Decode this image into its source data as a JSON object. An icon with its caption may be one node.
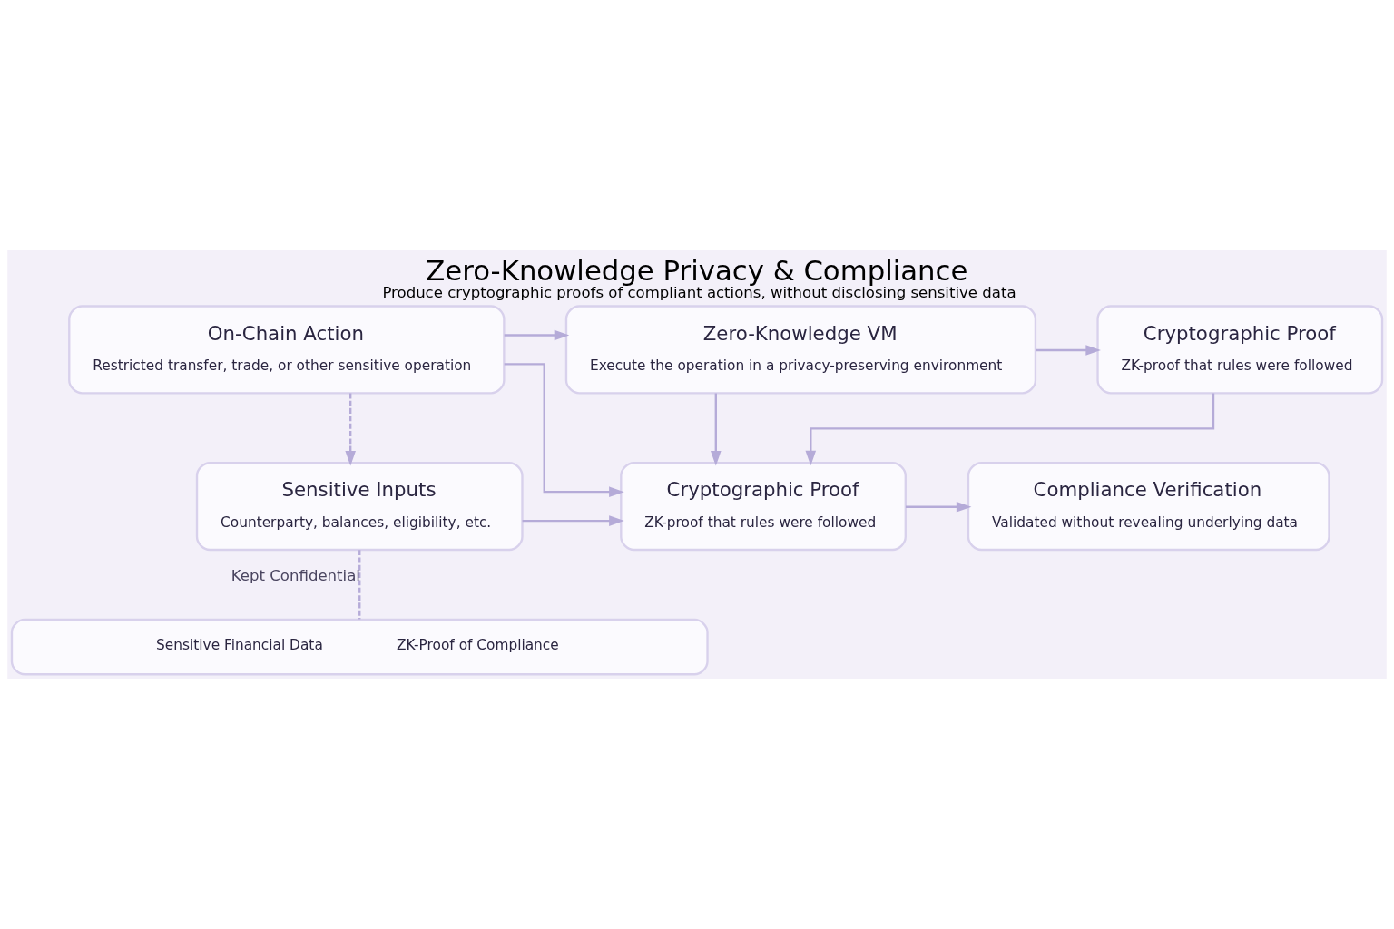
{
  "diagram": {
    "title": "Zero-Knowledge Privacy & Compliance",
    "caption": "Produce cryptographic proofs of compliant actions, without disclosing sensitive data",
    "nodes": [
      {
        "text": [
          "On-Chain Action",
          "Restricted transfer, trade, or other sensitive operation"
        ]
      },
      {
        "text": [
          "Zero-Knowledge VM",
          "Execute the operation in a privacy-preserving environment"
        ]
      },
      {
        "text": [
          "Cryptographic Proof",
          "ZK-proof that rules were followed"
        ]
      },
      {
        "text": [
          "Sensitive Inputs",
          "Counterparty, balances, eligibility, etc."
        ]
      },
      {
        "text": [
          "Cryptographic Proof",
          "ZK-proof that rules were followed"
        ]
      },
      {
        "text": [
          "Compliance Verification",
          "Validated without revealing underlying data"
        ]
      },
      {
        "text": [
          "Sensitive Financial Data",
          "ZK-Proof of Compliance"
        ]
      }
    ],
    "edges": [
      {
        "from": 0,
        "to": 1,
        "arrow": "to"
      },
      {
        "from": 1,
        "to": 2,
        "arrow": "to"
      },
      {
        "from": 0,
        "to": 3,
        "arrow": "to",
        "style": "dashed"
      },
      {
        "from": 0,
        "to": 4,
        "arrow": "to"
      },
      {
        "from": 1,
        "to": 4,
        "arrow": "to"
      },
      {
        "from": 2,
        "to": 4,
        "arrow": "to"
      },
      {
        "from": 3,
        "to": 4,
        "arrow": "to"
      },
      {
        "from": 4,
        "to": 5,
        "arrow": "to"
      },
      {
        "from": 3,
        "to": 6,
        "label": "Kept Confidential",
        "arrow": "none",
        "style": "dashed"
      }
    ]
  }
}
